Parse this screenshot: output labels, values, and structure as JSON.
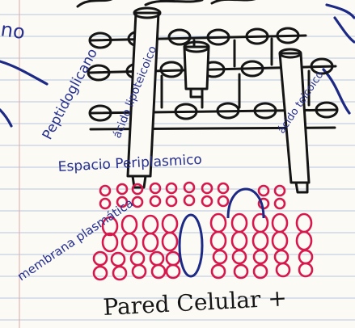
{
  "title_fragment": "[illegible]",
  "left_fragment": "no",
  "labels": {
    "peptidoglycan": "Peptidoglicano",
    "lipoteichoic": "ácido lipoteicoico",
    "teichoic": "ácido teicoico",
    "periplasmic": "Espacio Periplasmico",
    "membrane": "membrana plasmática",
    "caption": "Pared Celular +"
  },
  "colors": {
    "paper": "#fbfaf4",
    "rule_lines": "#b9c7df",
    "margin_line": "#e2a6a6",
    "ink_black": "#151515",
    "ink_blue": "#1c2a86",
    "ink_pink": "#d6184c"
  }
}
